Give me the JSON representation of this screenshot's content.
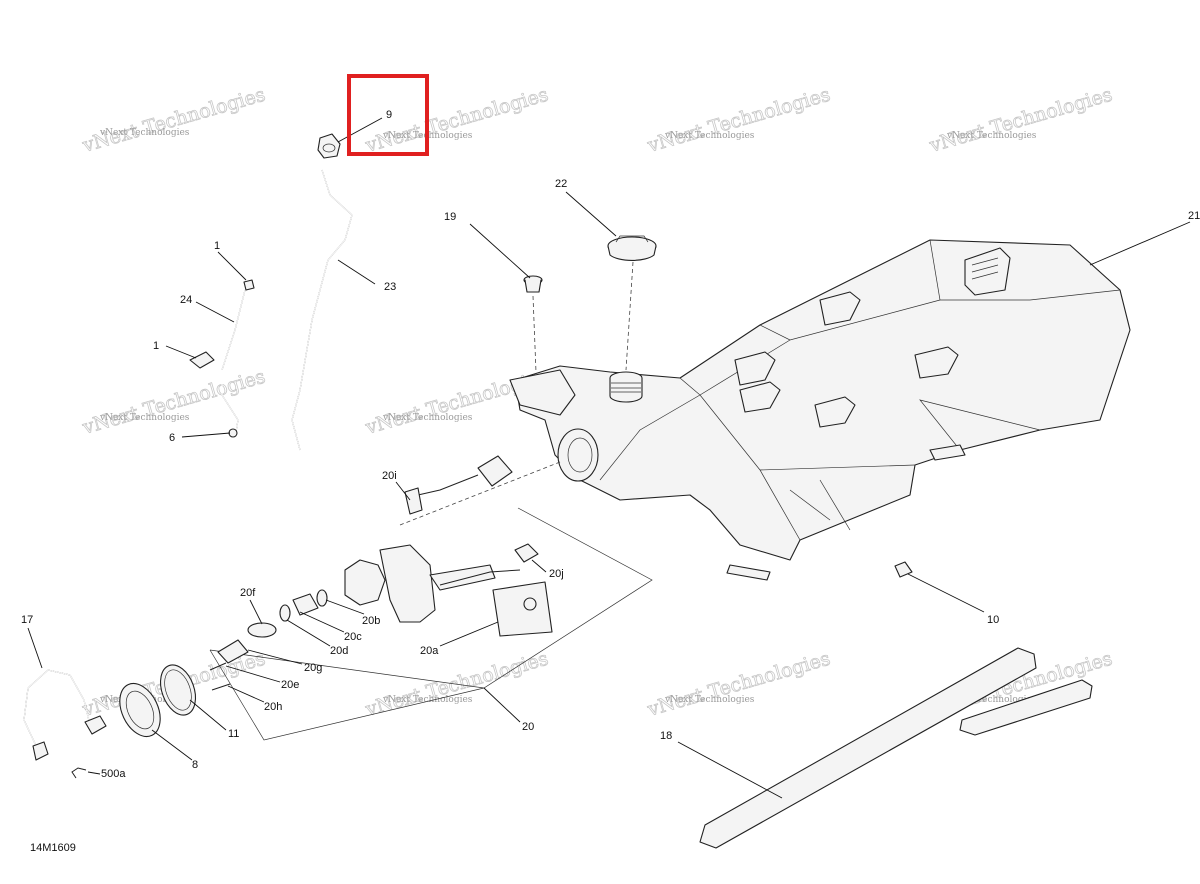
{
  "diagram": {
    "drawing_code": "14M1609",
    "watermark": "vNext Technologies",
    "highlight_color": "#e02020",
    "line_color": "#222222",
    "callouts": {
      "c1a": "1",
      "c1b": "1",
      "c6": "6",
      "c8": "8",
      "c9": "9",
      "c10": "10",
      "c11": "11",
      "c17": "17",
      "c18": "18",
      "c19": "19",
      "c20": "20",
      "c20a": "20a",
      "c20b": "20b",
      "c20c": "20c",
      "c20d": "20d",
      "c20e": "20e",
      "c20f": "20f",
      "c20g": "20g",
      "c20h": "20h",
      "c20i": "20i",
      "c20j": "20j",
      "c21": "21",
      "c22": "22",
      "c23": "23",
      "c24": "24",
      "c500a": "500a"
    },
    "highlighted_callout": "9"
  }
}
